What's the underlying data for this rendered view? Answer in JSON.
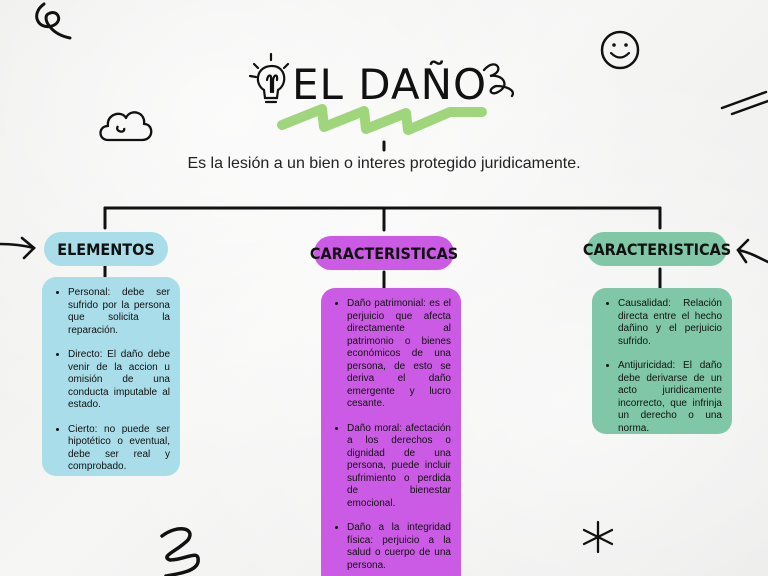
{
  "title": "EL DAÑO",
  "subtitle": "Es la lesión a un bien o interes protegido juridicamente.",
  "colors": {
    "blue": "#a9dde9",
    "purple": "#cb5be4",
    "green": "#7fc7a6",
    "accent_scribble": "#9fd67c"
  },
  "branches": [
    {
      "header": "ELEMENTOS",
      "items": [
        "Personal: debe ser sufrido por la persona que solicita la reparación.",
        "Directo: El daño debe venir de la accion u omisión de una conducta imputable al estado.",
        "Cierto: no puede ser hipotético o eventual, debe ser real y comprobado."
      ]
    },
    {
      "header": "CARACTERISTICAS",
      "items": [
        "Daño patrimonial: es el perjuicio que afecta directamente al patrimonio o bienes económicos de una persona, de esto se deriva el daño emergente y lucro cesante.",
        "Daño moral: afectación a los derechos o dignidad de una persona, puede incluir sufrimiento o perdida de bienestar emocional.",
        "Daño a la integridad física: perjuicio a la salud o cuerpo de una persona."
      ]
    },
    {
      "header": "CARACTERISTICAS",
      "items": [
        "Causalidad: Relación directa entre el hecho dañino y el perjuicio sufrido.",
        "Antijuricidad: El daño debe derivarse de un acto juridicamente incorrecto, que infrinja un derecho o una norma."
      ]
    }
  ],
  "icons": [
    "lightbulb-icon",
    "smiley-icon",
    "cloud-icon",
    "spiral-doodle",
    "star-doodle",
    "arrow-left-doodle",
    "arrow-right-doodle"
  ]
}
